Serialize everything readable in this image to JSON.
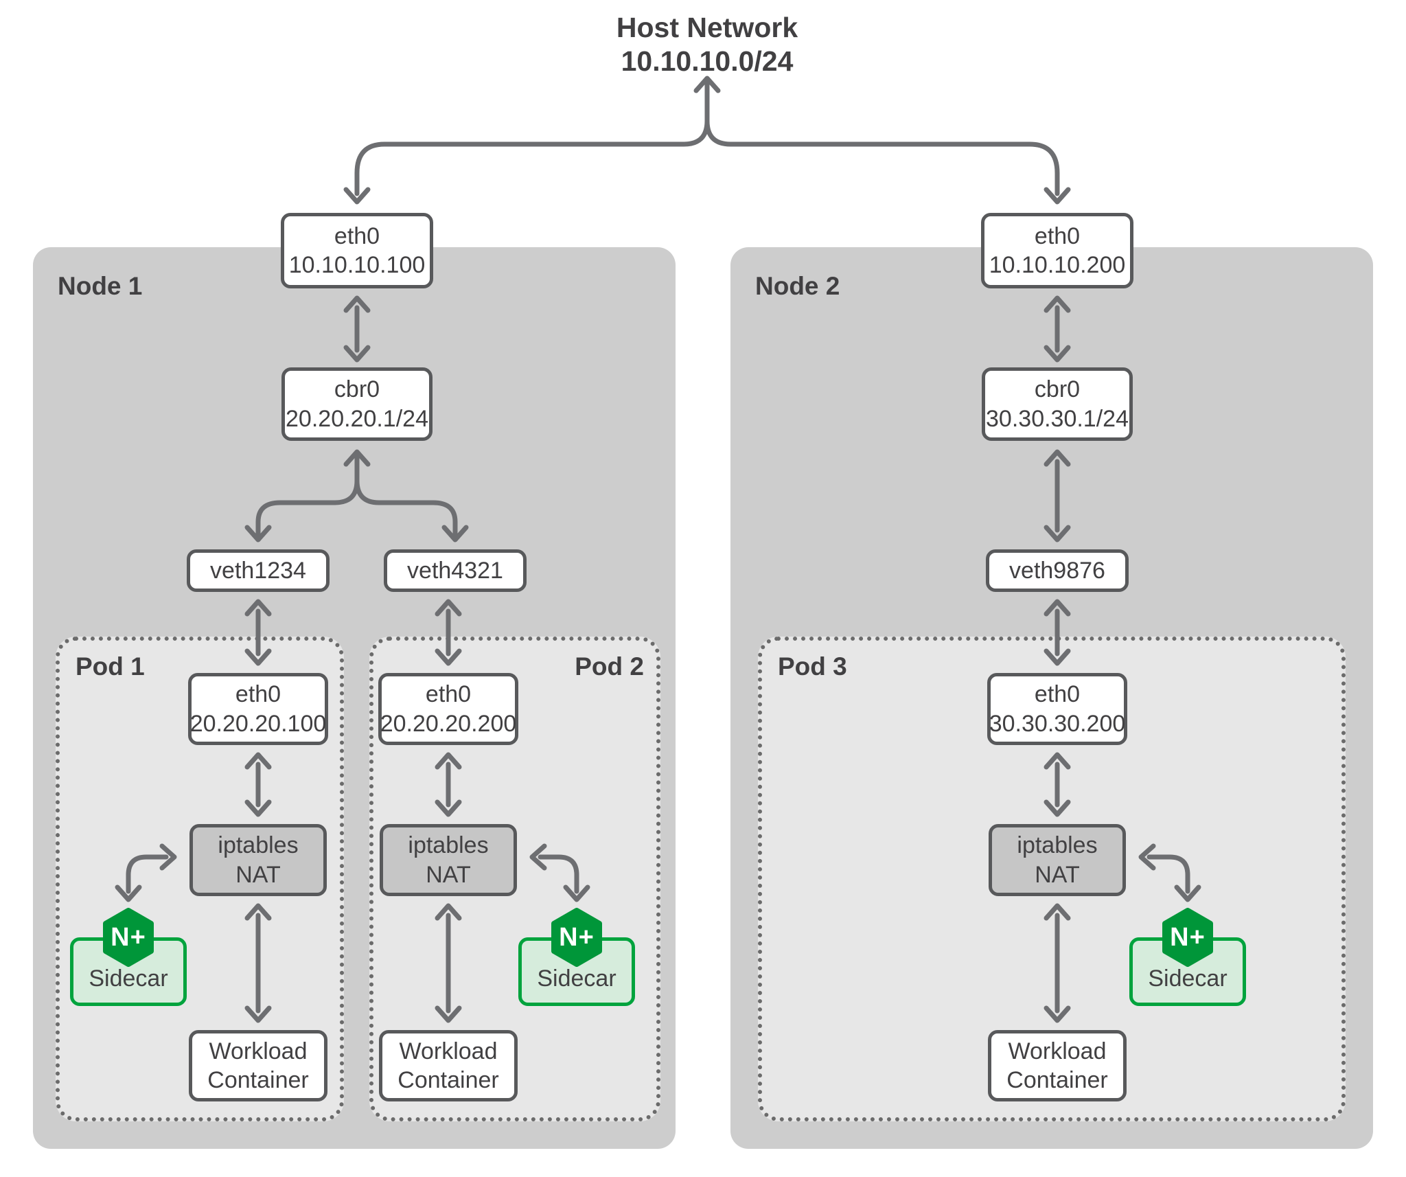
{
  "title": {
    "line1": "Host Network",
    "line2": "10.10.10.0/24"
  },
  "colors": {
    "node_bg": "#cdcdcd",
    "pod_bg": "#e7e7e7",
    "box_border": "#58595b",
    "nat_bg": "#c6c6c6",
    "arrow": "#6d6e71",
    "text": "#414042",
    "nginx_green": "#009639",
    "sidecar_fill": "#d6ecdc",
    "sidecar_border": "#00a33d",
    "pod_dot": "#6b6b6b",
    "white": "#ffffff"
  },
  "nodes": [
    {
      "label": "Node 1",
      "host_eth": {
        "name": "eth0",
        "ip": "10.10.10.100"
      },
      "bridge": {
        "name": "cbr0",
        "cidr": "20.20.20.1/24"
      },
      "veth1": "veth1234",
      "veth2": "veth4321"
    },
    {
      "label": "Node 2",
      "host_eth": {
        "name": "eth0",
        "ip": "10.10.10.200"
      },
      "bridge": {
        "name": "cbr0",
        "cidr": "30.30.30.1/24"
      },
      "veth1": "veth9876"
    }
  ],
  "pods": [
    {
      "label": "Pod 1",
      "eth": {
        "name": "eth0",
        "ip": "20.20.20.100"
      },
      "nat": {
        "line1": "iptables",
        "line2": "NAT"
      },
      "sidecar": {
        "badge": "N+",
        "label": "Sidecar"
      },
      "workload": {
        "line1": "Workload",
        "line2": "Container"
      }
    },
    {
      "label": "Pod 2",
      "eth": {
        "name": "eth0",
        "ip": "20.20.20.200"
      },
      "nat": {
        "line1": "iptables",
        "line2": "NAT"
      },
      "sidecar": {
        "badge": "N+",
        "label": "Sidecar"
      },
      "workload": {
        "line1": "Workload",
        "line2": "Container"
      }
    },
    {
      "label": "Pod 3",
      "eth": {
        "name": "eth0",
        "ip": "30.30.30.200"
      },
      "nat": {
        "line1": "iptables",
        "line2": "NAT"
      },
      "sidecar": {
        "badge": "N+",
        "label": "Sidecar"
      },
      "workload": {
        "line1": "Workload",
        "line2": "Container"
      }
    }
  ]
}
